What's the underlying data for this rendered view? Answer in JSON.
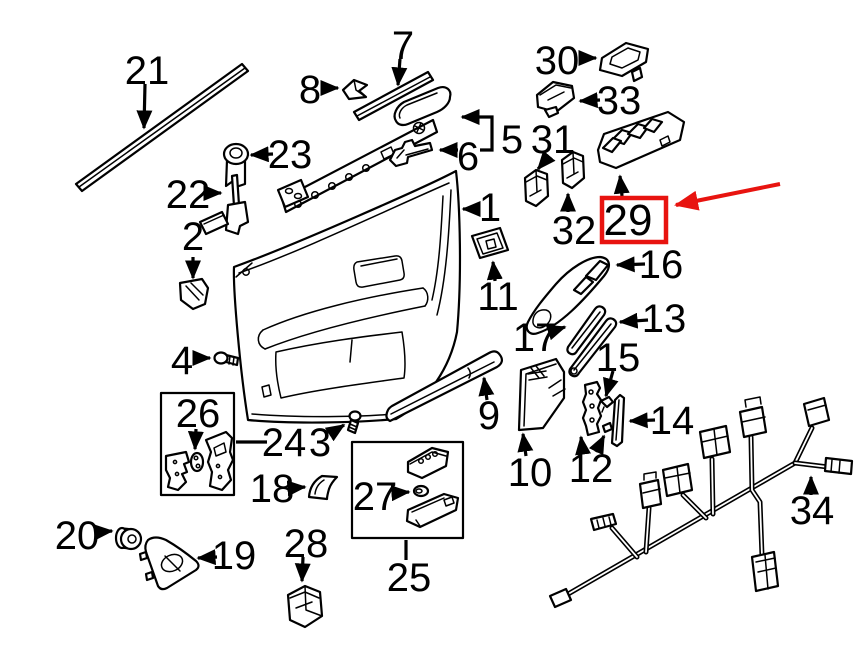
{
  "diagram": {
    "description": "Exploded parts diagram of a vehicle front door interior trim panel with numbered callouts",
    "background_color": "#ffffff",
    "line_color": "#000000",
    "highlight": {
      "color": "#e81410",
      "highlighted_part": "29",
      "style": "red box around callout 29 with red arrow pointing at it"
    },
    "callouts": [
      {
        "label": "1"
      },
      {
        "label": "2"
      },
      {
        "label": "3"
      },
      {
        "label": "4"
      },
      {
        "label": "5"
      },
      {
        "label": "6"
      },
      {
        "label": "7"
      },
      {
        "label": "8"
      },
      {
        "label": "9"
      },
      {
        "label": "10"
      },
      {
        "label": "11"
      },
      {
        "label": "12"
      },
      {
        "label": "13"
      },
      {
        "label": "14"
      },
      {
        "label": "15"
      },
      {
        "label": "16"
      },
      {
        "label": "17"
      },
      {
        "label": "18"
      },
      {
        "label": "19"
      },
      {
        "label": "20"
      },
      {
        "label": "21"
      },
      {
        "label": "22"
      },
      {
        "label": "23"
      },
      {
        "label": "24"
      },
      {
        "label": "25"
      },
      {
        "label": "26"
      },
      {
        "label": "27"
      },
      {
        "label": "28"
      },
      {
        "label": "29"
      },
      {
        "label": "30"
      },
      {
        "label": "31"
      },
      {
        "label": "32"
      },
      {
        "label": "33"
      },
      {
        "label": "34"
      }
    ]
  }
}
